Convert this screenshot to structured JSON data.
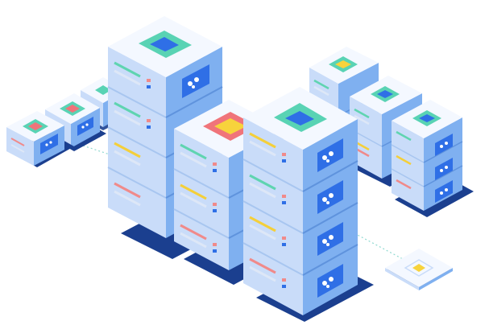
{
  "illustration": {
    "subject": "isometric-server-racks",
    "colors": {
      "background": "#ffffff",
      "top_face": "#f4f8ff",
      "left_face": "#c9dcf9",
      "right_face": "#7fb0f0",
      "shadow": "#1b3f8f",
      "panel_blue": "#2f6fe6",
      "chip_teal": "#59d3b4",
      "chip_red": "#f0747a",
      "chip_yellow": "#f7d33c",
      "chip_blue": "#2f6fe6",
      "stripe_teal": "#5fd4b0",
      "stripe_yellow": "#f4cf3a",
      "stripe_red": "#f08a8a",
      "stripe_grey": "#dde7f7",
      "dot_line": "#8fd9d0"
    },
    "racks": [
      {
        "name": "rack-back-large",
        "units": 4,
        "chip": "teal-blue"
      },
      {
        "name": "rack-middle",
        "units": 3,
        "chip": "red-yellow"
      },
      {
        "name": "rack-front-large",
        "units": 4,
        "chip": "teal-blue"
      },
      {
        "name": "rack-right-back",
        "units": 2,
        "chip": "teal-yellow"
      },
      {
        "name": "rack-right-middle",
        "units": 2,
        "chip": "teal-blue"
      },
      {
        "name": "rack-right-front",
        "units": 3,
        "chip": "teal-blue"
      },
      {
        "name": "rack-left-small-1",
        "units": 1,
        "chip": "teal-red"
      },
      {
        "name": "rack-left-small-2",
        "units": 1,
        "chip": "teal-red"
      },
      {
        "name": "rack-left-small-3",
        "units": 1,
        "chip": "teal-blue"
      }
    ],
    "floor_tile": {
      "chip": "yellow"
    }
  }
}
